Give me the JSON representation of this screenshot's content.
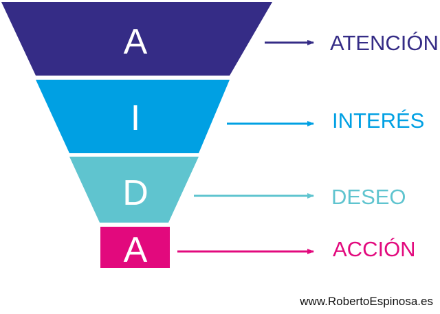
{
  "diagram": {
    "stages": [
      {
        "letter": "A",
        "label": "ATENCIÓN",
        "color": "#352c86"
      },
      {
        "letter": "I",
        "label": "INTERÉS",
        "color": "#00a0e3"
      },
      {
        "letter": "D",
        "label": "DESEO",
        "color": "#5fc4cf"
      },
      {
        "letter": "A",
        "label": "ACCIÓN",
        "color": "#e2097d"
      }
    ]
  },
  "footer": {
    "website": "www.RobertoEspinosa.es"
  }
}
